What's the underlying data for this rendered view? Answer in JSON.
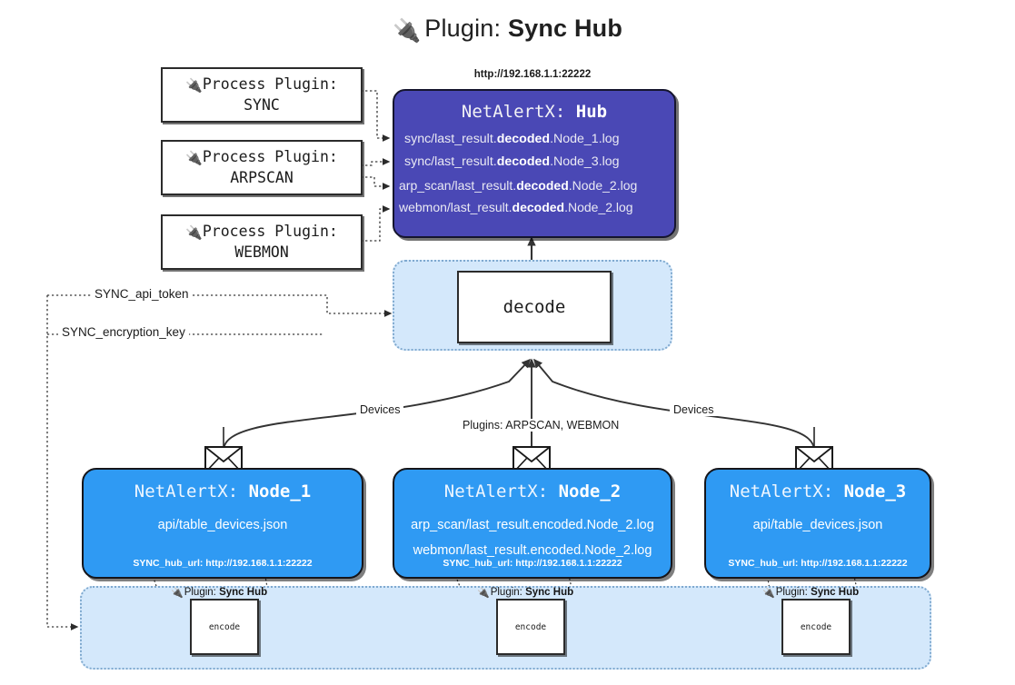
{
  "title": {
    "icon": "plug-icon",
    "prefix": "Plugin:",
    "name": "Sync Hub"
  },
  "process_plugins": [
    {
      "icon": "plug-icon",
      "line1": "Process Plugin:",
      "line2": "SYNC"
    },
    {
      "icon": "plug-icon",
      "line1": "Process Plugin:",
      "line2": "ARPSCAN"
    },
    {
      "icon": "plug-icon",
      "line1": "Process Plugin:",
      "line2": "WEBMON"
    }
  ],
  "hub": {
    "url": "http://192.168.1.1:22222",
    "title_prefix": "NetAlertX:",
    "title_name": "Hub",
    "logs": [
      {
        "pre": "sync/last_result.",
        "em": "decoded",
        "post": ".Node_1.log"
      },
      {
        "pre": "sync/last_result.",
        "em": "decoded",
        "post": ".Node_3.log"
      },
      {
        "pre": "arp_scan/last_result.",
        "em": "decoded",
        "post": ".Node_2.log"
      },
      {
        "pre": "webmon/last_result.",
        "em": "decoded",
        "post": ".Node_2.log"
      }
    ]
  },
  "decode": {
    "label": "decode"
  },
  "tokens": [
    {
      "label": "SYNC_api_token"
    },
    {
      "label": "SYNC_encryption_key"
    }
  ],
  "edge_labels": {
    "devices_left": "Devices",
    "devices_right": "Devices",
    "plugins_center": "Plugins: ARPSCAN, WEBMON"
  },
  "nodes": [
    {
      "icon": "envelope-icon",
      "title_prefix": "NetAlertX:",
      "title_name": "Node_1",
      "lines": [
        "api/table_devices.json"
      ],
      "footer": "SYNC_hub_url: http://192.168.1.1:22222"
    },
    {
      "icon": "envelope-icon",
      "title_prefix": "NetAlertX:",
      "title_name": "Node_2",
      "lines": [
        "arp_scan/last_result.encoded.Node_2.log",
        "webmon/last_result.encoded.Node_2.log"
      ],
      "footer": "SYNC_hub_url: http://192.168.1.1:22222"
    },
    {
      "icon": "envelope-icon",
      "title_prefix": "NetAlertX:",
      "title_name": "Node_3",
      "lines": [
        "api/table_devices.json"
      ],
      "footer": "SYNC_hub_url: http://192.168.1.1:22222"
    }
  ],
  "encoders": [
    {
      "plugin_prefix": "Plugin:",
      "plugin_name": "Sync Hub",
      "label": "encode"
    },
    {
      "plugin_prefix": "Plugin:",
      "plugin_name": "Sync Hub",
      "label": "encode"
    },
    {
      "plugin_prefix": "Plugin:",
      "plugin_name": "Sync Hub",
      "label": "encode"
    }
  ],
  "colors": {
    "hub_fill": "#4a48b5",
    "node_fill": "#2f9af3",
    "container_fill": "#d4e8fb",
    "container_border": "#7fa9cf",
    "stroke": "#2b2b2b",
    "background": "#ffffff"
  }
}
